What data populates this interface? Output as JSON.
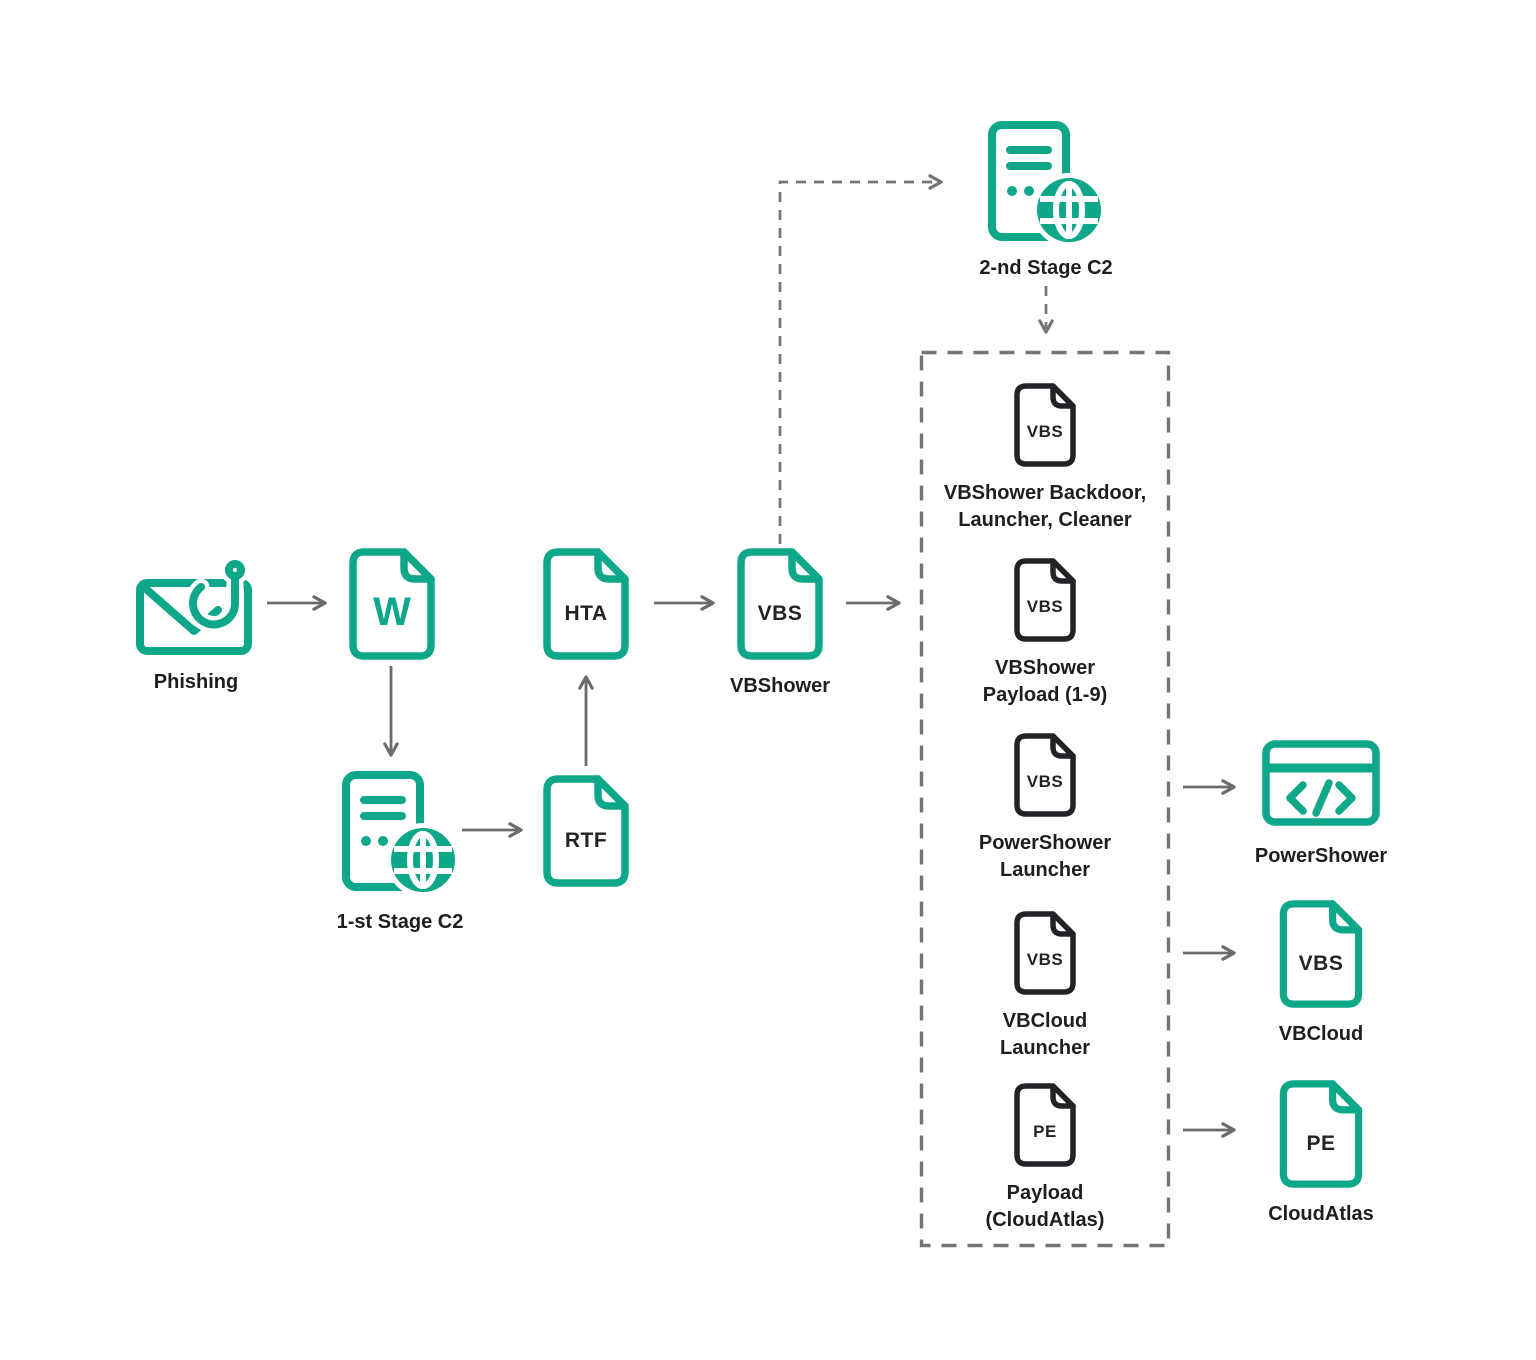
{
  "palette": {
    "green": "#0fa78a",
    "dark": "#222326",
    "arrow_gray": "#6b6b6b",
    "dashed_gray": "#757575",
    "label_color": "#1d1e20",
    "background": "#ffffff"
  },
  "nodes": {
    "phishing": {
      "label": "Phishing",
      "icon": "envelope-with-fishhook"
    },
    "word": {
      "glyph": "W",
      "icon": "word-document"
    },
    "first_c2": {
      "label": "1-st Stage C2",
      "icon": "server-with-globe"
    },
    "rtf": {
      "badge": "RTF",
      "icon": "document"
    },
    "hta": {
      "badge": "HTA",
      "icon": "document"
    },
    "vbshower": {
      "badge": "VBS",
      "label": "VBShower",
      "icon": "document"
    },
    "second_c2": {
      "label": "2-nd Stage C2",
      "icon": "server-with-globe"
    },
    "stage2_box": {
      "items": [
        {
          "badge": "VBS",
          "label": "VBShower Backdoor,\nLauncher, Cleaner"
        },
        {
          "badge": "VBS",
          "label": "VBShower\nPayload (1-9)"
        },
        {
          "badge": "VBS",
          "label": "PowerShower\nLauncher"
        },
        {
          "badge": "VBS",
          "label": "VBCloud\nLauncher"
        },
        {
          "badge": "PE",
          "label": "Payload\n(CloudAtlas)"
        }
      ]
    },
    "powershower": {
      "label": "PowerShower",
      "icon": "browser-code-window"
    },
    "vbcloud": {
      "badge": "VBS",
      "label": "VBCloud",
      "icon": "document"
    },
    "cloudatlas": {
      "badge": "PE",
      "label": "CloudAtlas",
      "icon": "document"
    }
  }
}
